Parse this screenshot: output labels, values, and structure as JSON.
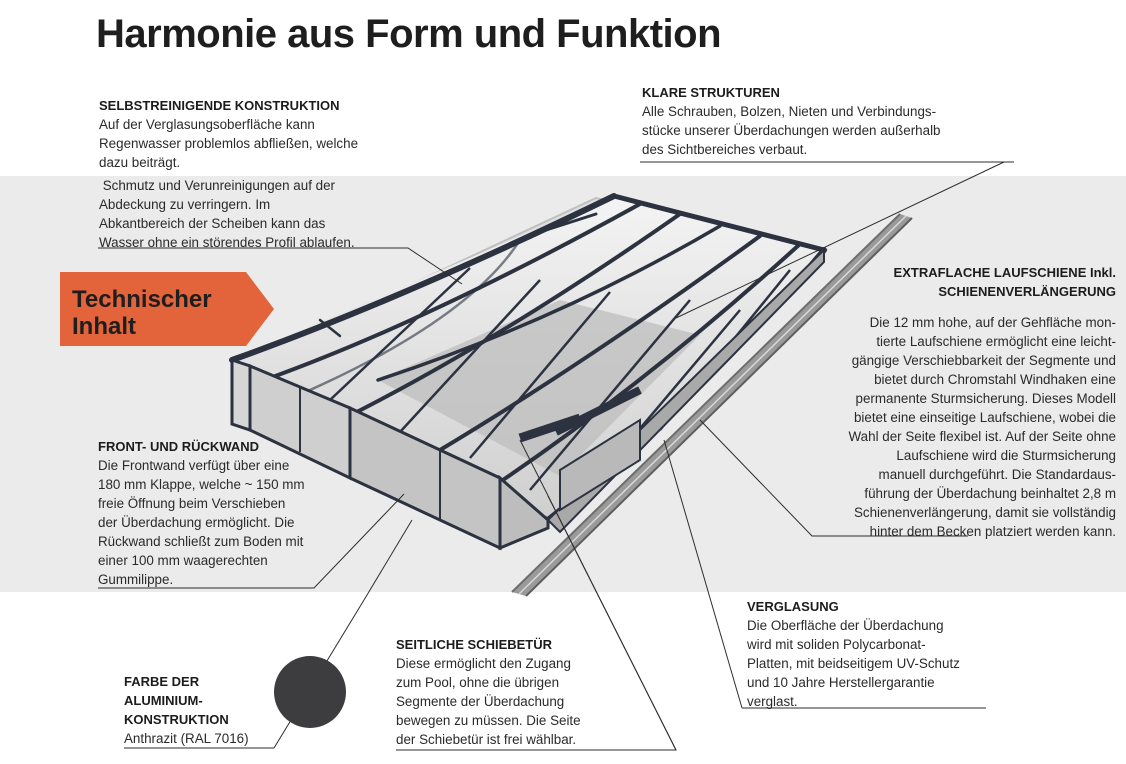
{
  "title": "Harmonie aus Form und Funktion",
  "badge": {
    "line1": "Technischer",
    "line2": "Inhalt",
    "color": "#e3633a"
  },
  "sections": {
    "selbstreinigende": {
      "heading": "SELBSTREINIGENDE KONSTRUKTION",
      "lines": [
        "Auf der Verglasungsoberfläche kann",
        "Regenwasser problemlos abfließen, welche",
        "dazu beiträgt.",
        " Schmutz und Verunreinigungen auf der",
        "Abdeckung zu verringern. Im",
        "Abkantbereich der Scheiben kann das",
        "Wasser ohne ein störendes Profil ablaufen."
      ]
    },
    "klare": {
      "heading": "KLARE STRUKTUREN",
      "lines": [
        "Alle Schrauben, Bolzen, Nieten und Verbindungs-",
        "stücke unserer Überdachungen werden außerhalb",
        "des Sichtbereiches verbaut."
      ]
    },
    "laufschiene": {
      "heading1": "EXTRAFLACHE LAUFSCHIENE Inkl.",
      "heading2": "SCHIENENVERLÄNGERUNG",
      "lines": [
        "Die 12 mm hohe, auf der Gehfläche mon-",
        "tierte Laufschiene ermöglicht eine leicht-",
        "gängige Verschiebbarkeit der Segmente und",
        "bietet durch Chromstahl Windhaken eine",
        "permanente Sturmsicherung. Dieses Modell",
        "bietet eine einseitige Laufschiene, wobei die",
        "Wahl der Seite flexibel ist. Auf der Seite ohne",
        "Laufschiene wird die Sturmsicherung",
        "manuell durchgeführt. Die Standardaus-",
        "führung der Überdachung beinhaltet 2,8 m",
        "Schienenverlängerung, damit sie vollständig",
        "hinter dem Becken platziert werden kann."
      ]
    },
    "front": {
      "heading": "FRONT- UND RÜCKWAND",
      "lines": [
        "Die Frontwand verfügt über eine",
        "180 mm Klappe, welche ~ 150 mm",
        "freie Öffnung beim Verschieben",
        "der Überdachung ermöglicht. Die",
        "Rückwand schließt zum Boden mit",
        "einer 100 mm waagerechten",
        "Gummilippe."
      ]
    },
    "verglasung": {
      "heading": "VERGLASUNG",
      "lines": [
        "Die Oberfläche der Überdachung",
        "wird mit soliden Polycarbonat-",
        "Platten, mit beidseitigem UV-Schutz",
        "und 10 Jahre Herstellergarantie",
        "verglast."
      ]
    },
    "seitliche": {
      "heading": "SEITLICHE SCHIEBETÜR",
      "lines": [
        "Diese ermöglicht den Zugang",
        "zum Pool, ohne die übrigen",
        "Segmente der Überdachung",
        "bewegen zu müssen. Die Seite",
        "der Schiebetür ist frei wählbar."
      ]
    },
    "farbe": {
      "heading_lines": [
        "FARBE DER",
        "ALUMINIUM-",
        "KONSTRUKTION"
      ],
      "value": "Anthrazit (RAL 7016)",
      "swatch_color": "#3d3c3e"
    }
  }
}
